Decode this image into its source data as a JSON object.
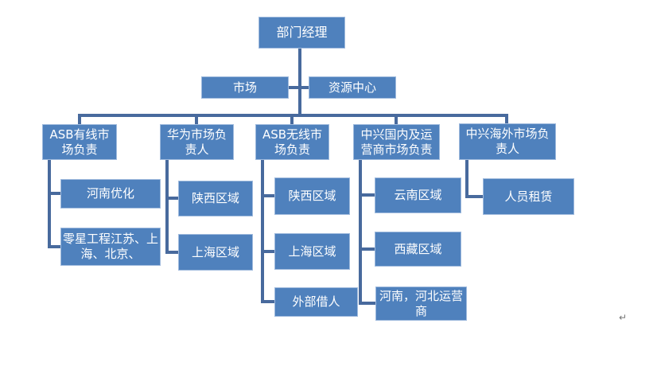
{
  "colors": {
    "box_fill": "#4f81bd",
    "box_border": "#9fbadd",
    "connector": "#486a9d",
    "text": "#ffffff",
    "mark": "#757575"
  },
  "marks": {
    "paragraph_mark": "↵"
  },
  "org_chart": {
    "root": {
      "label": "部门经理"
    },
    "assistants": [
      {
        "label": "市场"
      },
      {
        "label": "资源中心"
      }
    ],
    "branches": [
      {
        "label": "ASB有线市场负责",
        "children": [
          {
            "label": "河南优化"
          },
          {
            "label": "零星工程江苏、上海、北京、"
          }
        ]
      },
      {
        "label": "华为市场负责人",
        "children": [
          {
            "label": "陕西区域"
          },
          {
            "label": "上海区域"
          }
        ]
      },
      {
        "label": "ASB无线市场负责",
        "children": [
          {
            "label": "陕西区域"
          },
          {
            "label": "上海区域"
          },
          {
            "label": "外部借人"
          }
        ]
      },
      {
        "label": "中兴国内及运营商市场负责",
        "children": [
          {
            "label": "云南区域"
          },
          {
            "label": "西藏区域"
          },
          {
            "label": "河南，河北运营商"
          }
        ]
      },
      {
        "label": "中兴海外市场负责人",
        "children": [
          {
            "label": "人员租赁"
          }
        ]
      }
    ]
  }
}
